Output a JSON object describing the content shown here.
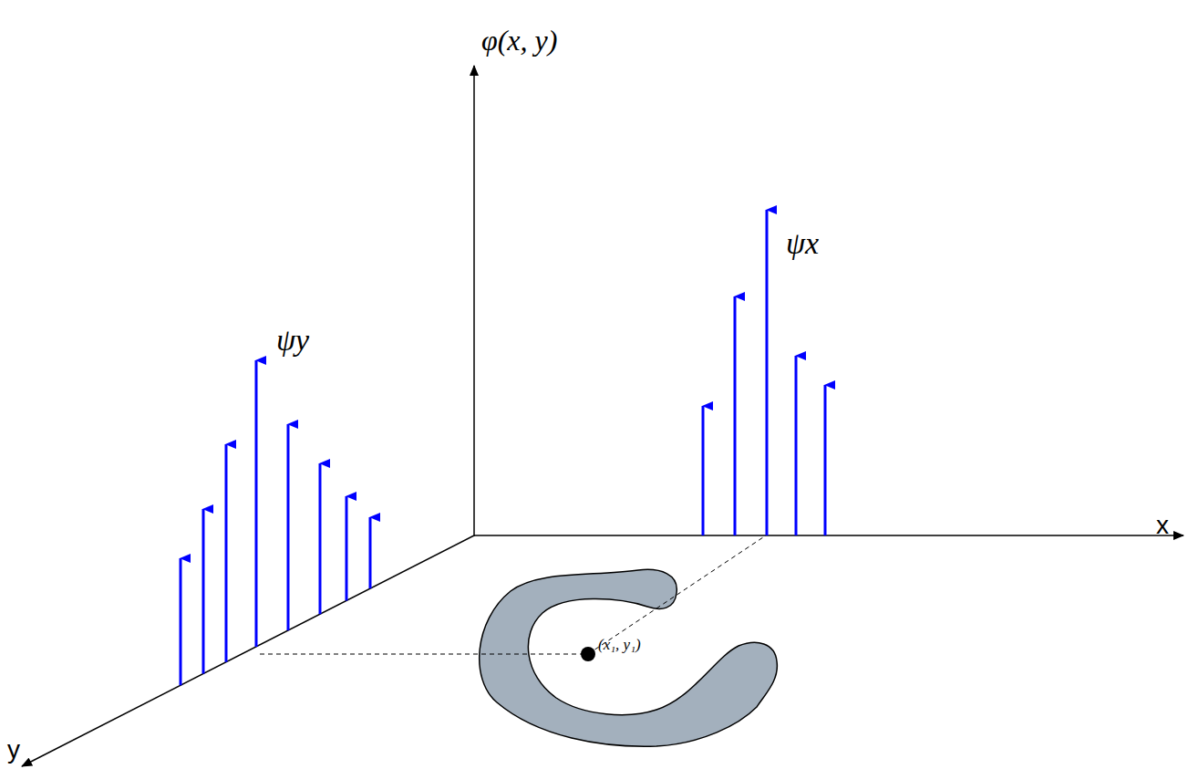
{
  "diagram": {
    "labels": [
      "φ(x, y)",
      "ψx",
      "ψy",
      "x",
      "y",
      "(x₁, y₁)"
    ]
  }
}
